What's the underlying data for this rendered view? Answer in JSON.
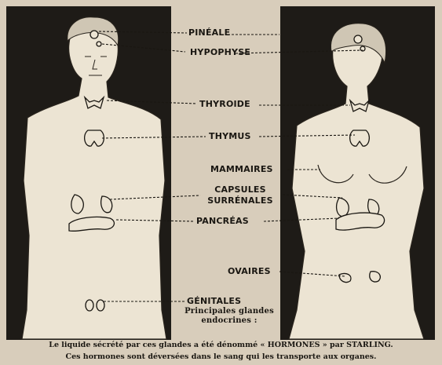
{
  "figure": {
    "labels": {
      "pineale": "PINÉALE",
      "hypophyse": "HYPOPHYSE",
      "thyroide": "THYROIDE",
      "thymus": "THYMUS",
      "mammaires": "MAMMAIRES",
      "capsules_line1": "CAPSULES",
      "capsules_line2": "SURRÉNALES",
      "pancreas": "PANCRÉAS",
      "ovaires": "OVAIRES",
      "genitales": "GÉNITALES",
      "principales_line1": "Principales glandes",
      "principales_line2": "endocrines :"
    },
    "caption_line1": "Le liquide sécrété par ces glandes a été dénommé « HORMONES » par STARLING.",
    "caption_line2": "Ces hormones sont déversées dans le sang qui les transporte aux organes."
  },
  "colors": {
    "paper": "#d8cdbb",
    "ink": "#1a1712",
    "panel": "#1e1b17",
    "skin": "#ece4d3"
  }
}
